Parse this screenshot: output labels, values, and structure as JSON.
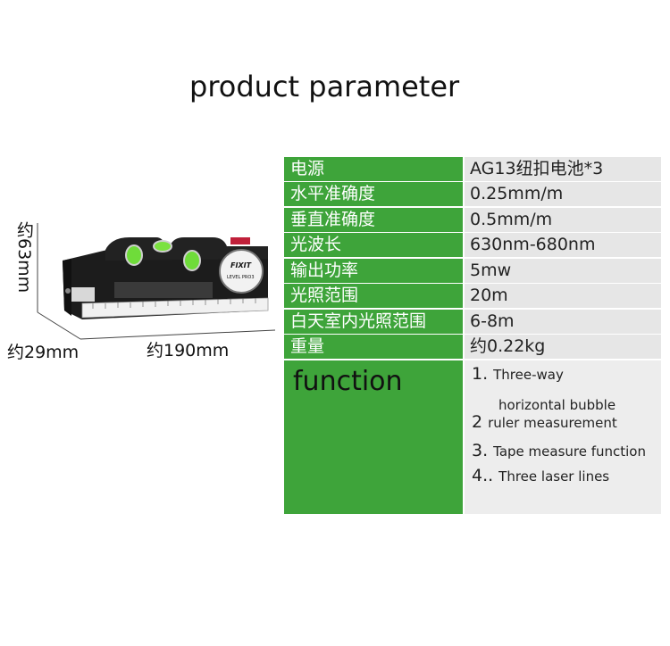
{
  "title": "product parameter",
  "dimensions": {
    "height": "约63mm",
    "depth": "约29mm",
    "width": "约190mm"
  },
  "product_labels": {
    "brand": "FIXIT",
    "model": "LEVEL PRO3"
  },
  "colors": {
    "key_bg": "#3ea43a",
    "value_bg": "#e6e6e6"
  },
  "params": [
    {
      "key": "电源",
      "value": "AG13纽扣电池*3"
    },
    {
      "key": "水平准确度",
      "value": "0.25mm/m"
    },
    {
      "key": "垂直准确度",
      "value": "0.5mm/m"
    },
    {
      "key": "光波长",
      "value": "630nm-680nm"
    },
    {
      "key": "输出功率",
      "value": "5mw"
    },
    {
      "key": "光照范围",
      "value": "20m"
    },
    {
      "key": "白天室内光照范围",
      "value": "6-8m"
    },
    {
      "key": "重量",
      "value": "约0.22kg"
    }
  ],
  "function_label": "function",
  "functions": [
    {
      "num": "1.",
      "text": "Three-way"
    },
    {
      "num": "",
      "text": "horizontal bubble"
    },
    {
      "num": "2",
      "text": "ruler measurement"
    },
    {
      "num": "3.",
      "text": "Tape measure function"
    },
    {
      "num": "4..",
      "text": "Three laser lines"
    }
  ]
}
